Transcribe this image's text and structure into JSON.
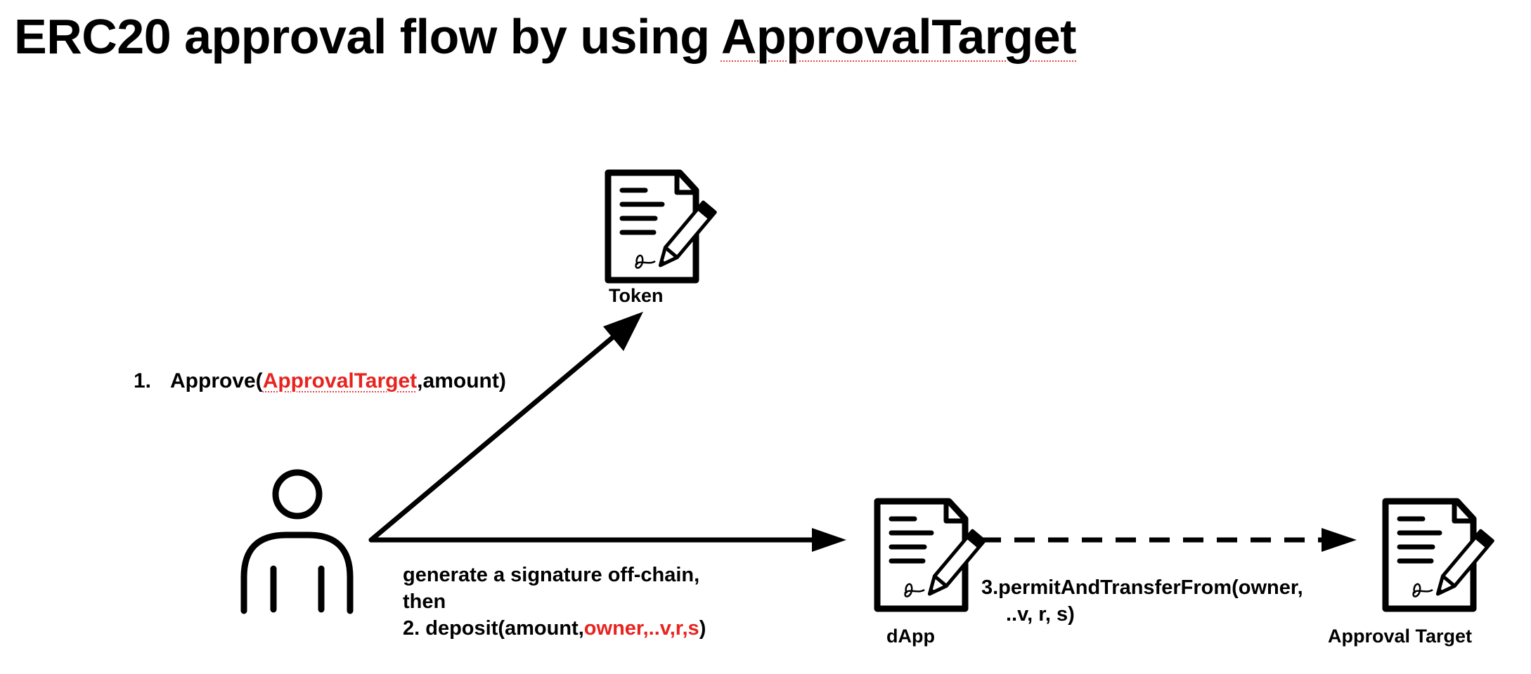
{
  "title": {
    "prefix": "ERC20 approval flow by using ",
    "highlight": "ApprovalTarget"
  },
  "nodes": {
    "user": {
      "label": "",
      "icon": "person-icon"
    },
    "token": {
      "label": "Token",
      "icon": "signed-document-icon"
    },
    "dapp": {
      "label": "dApp",
      "icon": "signed-document-icon"
    },
    "approval_target": {
      "label": "Approval Target",
      "icon": "signed-document-icon"
    }
  },
  "edges": {
    "approve": {
      "number": "1.",
      "call": "Approve(",
      "arg_red": "ApprovalTarget",
      "rest": ",amount)"
    },
    "deposit": {
      "line1": "generate a signature off-chain,",
      "line2": "then",
      "line3_black": "2. deposit(amount,",
      "line3_red": "owner,..v,r,s",
      "line3_close": ")"
    },
    "permit": {
      "line1": "3.permitAndTransferFrom(owner,",
      "line2": "..v, r, s)"
    }
  },
  "colors": {
    "text": "#000000",
    "highlight": "#e8231f",
    "background": "#ffffff"
  }
}
